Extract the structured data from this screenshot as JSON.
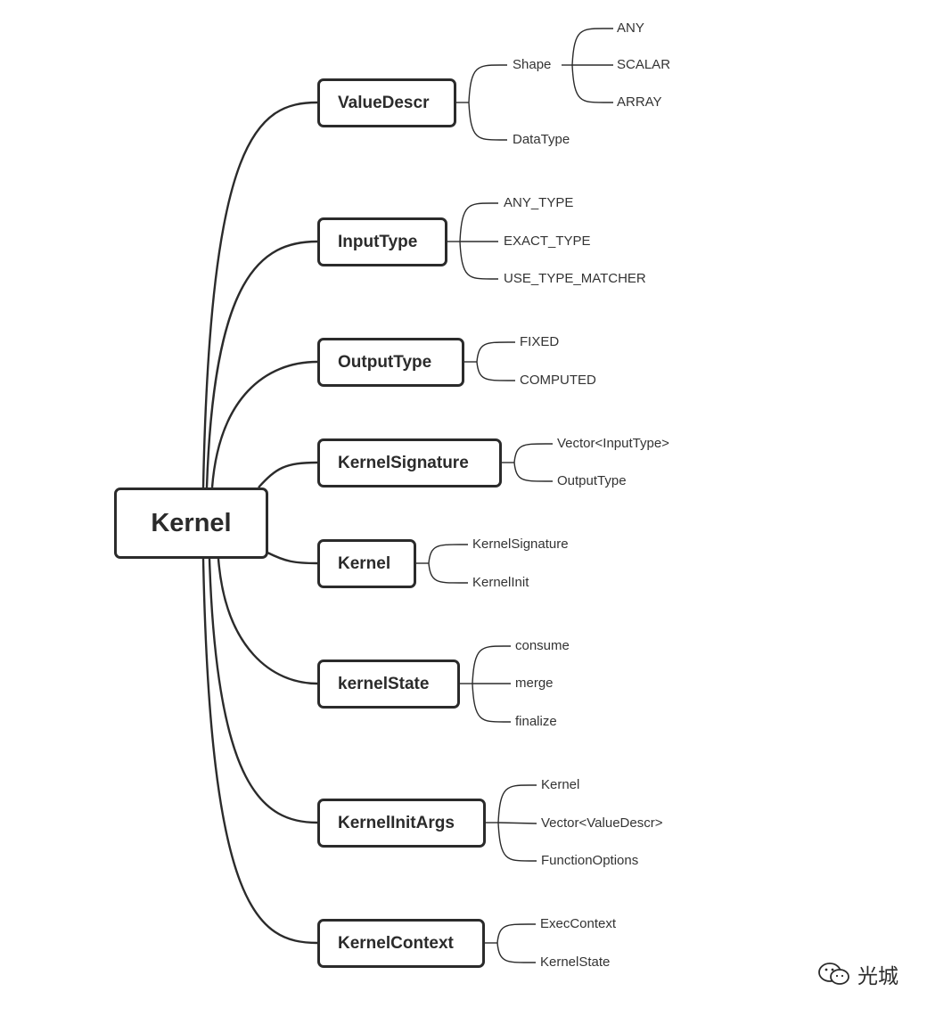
{
  "root": {
    "label": "Kernel"
  },
  "branches": [
    {
      "label": "ValueDescr",
      "leaves": [
        {
          "label": "Shape",
          "children": [
            "ANY",
            "SCALAR",
            "ARRAY"
          ]
        },
        {
          "label": "DataType"
        }
      ]
    },
    {
      "label": "InputType",
      "leaves": [
        {
          "label": "ANY_TYPE"
        },
        {
          "label": "EXACT_TYPE"
        },
        {
          "label": "USE_TYPE_MATCHER"
        }
      ]
    },
    {
      "label": "OutputType",
      "leaves": [
        {
          "label": "FIXED"
        },
        {
          "label": "COMPUTED"
        }
      ]
    },
    {
      "label": "KernelSignature",
      "leaves": [
        {
          "label": "Vector<InputType>"
        },
        {
          "label": "OutputType"
        }
      ]
    },
    {
      "label": "Kernel",
      "leaves": [
        {
          "label": "KernelSignature"
        },
        {
          "label": "KernelInit"
        }
      ]
    },
    {
      "label": "kernelState",
      "leaves": [
        {
          "label": "consume"
        },
        {
          "label": "merge"
        },
        {
          "label": "finalize"
        }
      ]
    },
    {
      "label": "KernelInitArgs",
      "leaves": [
        {
          "label": "Kernel"
        },
        {
          "label": "Vector<ValueDescr>"
        },
        {
          "label": "FunctionOptions"
        }
      ]
    },
    {
      "label": "KernelContext",
      "leaves": [
        {
          "label": "ExecContext"
        },
        {
          "label": "KernelState"
        }
      ]
    }
  ],
  "watermark": {
    "text": "光城"
  }
}
